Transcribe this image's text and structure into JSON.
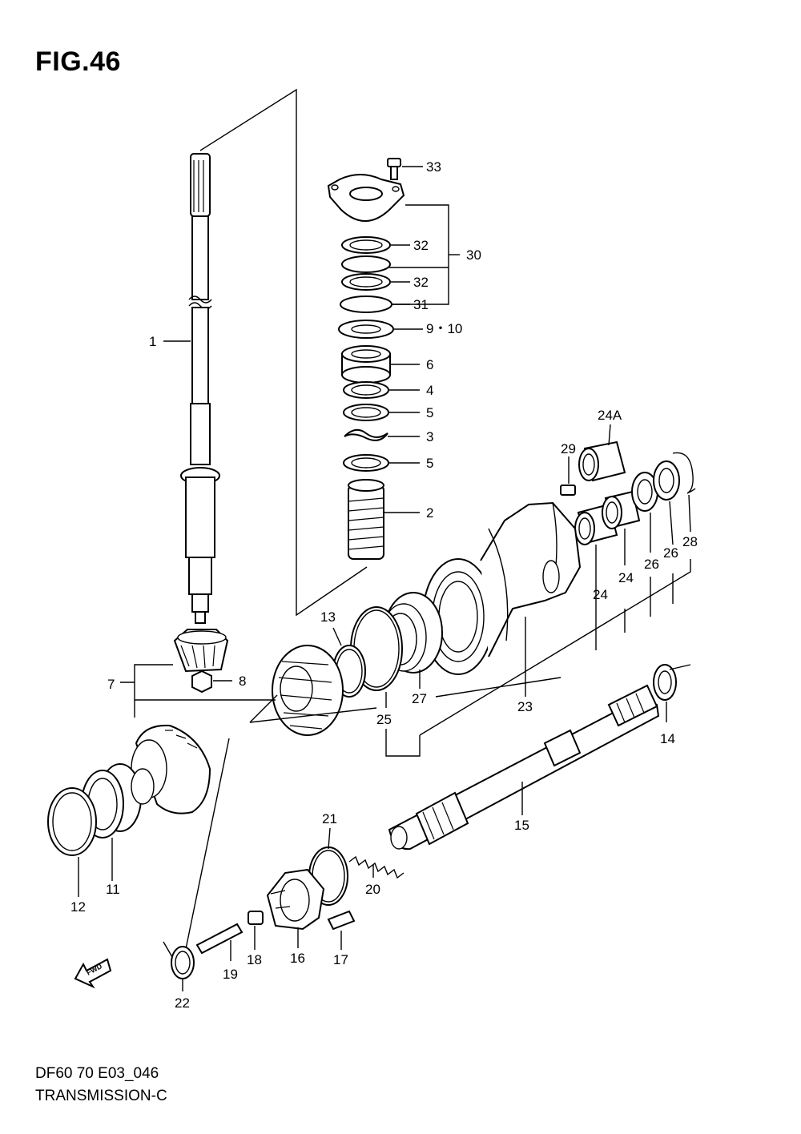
{
  "figure": {
    "title": "FIG.46",
    "code": "DF60 70 E03_046",
    "name": "TRANSMISSION-C",
    "fwd_arrow_label": "FWD"
  },
  "callouts": {
    "c1": "1",
    "c2": "2",
    "c3": "3",
    "c4": "4",
    "c5a": "5",
    "c5b": "5",
    "c6": "6",
    "c7": "7",
    "c8": "8",
    "c9_10": "9・10",
    "c11": "11",
    "c12": "12",
    "c13": "13",
    "c14": "14",
    "c15": "15",
    "c16": "16",
    "c17": "17",
    "c18": "18",
    "c19": "19",
    "c20": "20",
    "c21": "21",
    "c22": "22",
    "c23": "23",
    "c24a": "24",
    "c24b": "24",
    "c24A": "24A",
    "c25": "25",
    "c26a": "26",
    "c26b": "26",
    "c27": "27",
    "c28": "28",
    "c29": "29",
    "c30": "30",
    "c31": "31",
    "c32a": "32",
    "c32b": "32",
    "c33": "33"
  }
}
